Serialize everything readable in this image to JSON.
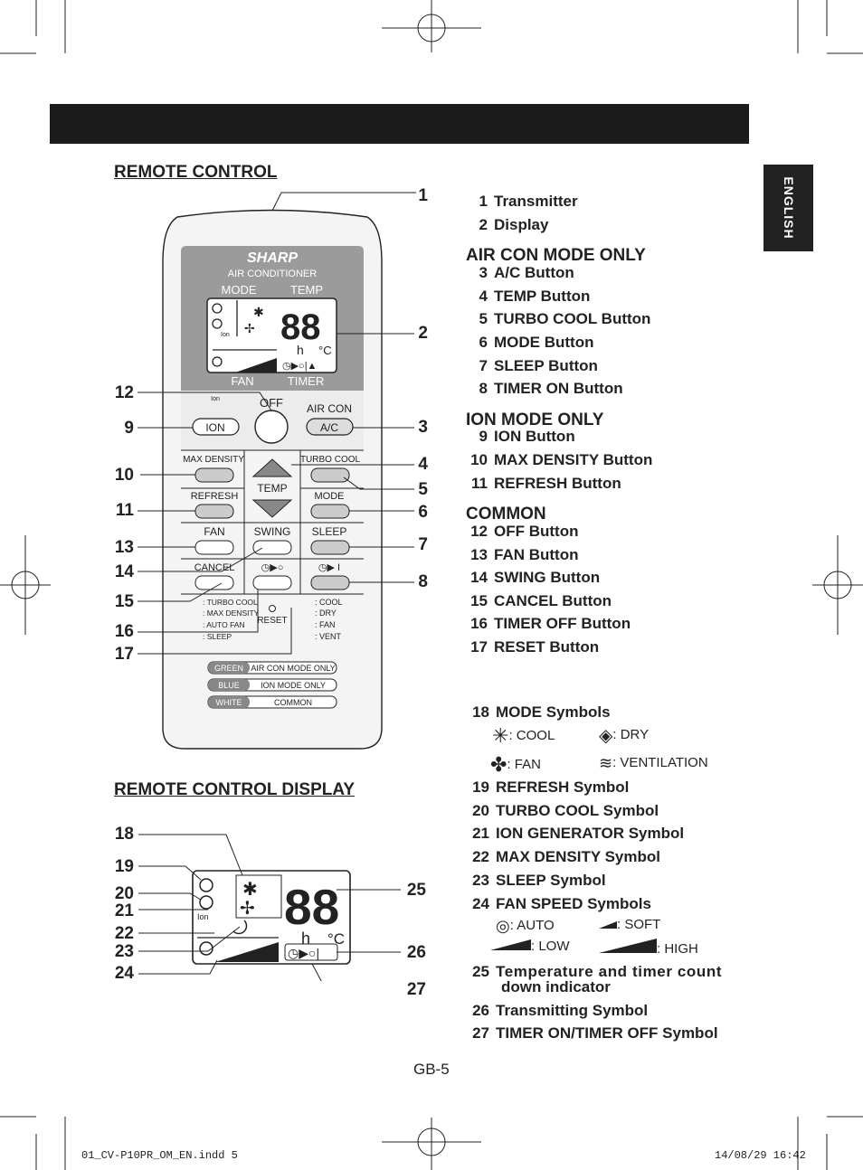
{
  "header": {
    "tab_label": "ENGLISH"
  },
  "left": {
    "remote_title": "REMOTE CONTROL",
    "display_title": "REMOTE CONTROL DISPLAY",
    "callouts_remote": [
      "1",
      "2",
      "12",
      "9",
      "3",
      "10",
      "4",
      "5",
      "11",
      "6",
      "13",
      "7",
      "14",
      "8",
      "15",
      "16",
      "17"
    ],
    "callouts_display": [
      "18",
      "19",
      "20",
      "21",
      "22",
      "23",
      "24",
      "25",
      "26",
      "27"
    ]
  },
  "remote": {
    "brand": "SHARP",
    "subtitle": "AIR CONDITIONER",
    "mode": "MODE",
    "temp": "TEMP",
    "fan": "FAN",
    "timer": "TIMER",
    "ion_small": "Ion",
    "off": "OFF",
    "air_con": "AIR CON",
    "ion_btn": "ION",
    "ac_btn": "A/C",
    "max_density": "MAX DENSITY",
    "turbo_cool": "TURBO COOL",
    "temp_btn": "TEMP",
    "refresh": "REFRESH",
    "mode_btn": "MODE",
    "fan_btn": "FAN",
    "swing": "SWING",
    "sleep": "SLEEP",
    "cancel": "CANCEL",
    "legend_left": [
      ": TURBO COOL",
      ": MAX DENSITY",
      ": AUTO FAN",
      ": SLEEP"
    ],
    "reset": "RESET",
    "legend_right": [
      ": COOL",
      ": DRY",
      ": FAN",
      ": VENT"
    ],
    "color_legend": [
      {
        "color": "GREEN",
        "text": "AIR CON MODE ONLY"
      },
      {
        "color": "BLUE",
        "text": "ION MODE ONLY"
      },
      {
        "color": "WHITE",
        "text": "COMMON"
      }
    ],
    "lcd_digits": "88",
    "lcd_h": "h",
    "lcd_c": "°C"
  },
  "right": {
    "items_top": [
      {
        "n": "1",
        "label": "Transmitter"
      },
      {
        "n": "2",
        "label": "Display"
      }
    ],
    "groups": [
      {
        "title": "AIR CON MODE ONLY",
        "items": [
          {
            "n": "3",
            "label": "A/C Button"
          },
          {
            "n": "4",
            "label": "TEMP Button"
          },
          {
            "n": "5",
            "label": "TURBO COOL Button"
          },
          {
            "n": "6",
            "label": "MODE Button"
          },
          {
            "n": "7",
            "label": "SLEEP Button"
          },
          {
            "n": "8",
            "label": "TIMER ON Button"
          }
        ]
      },
      {
        "title": "ION MODE ONLY",
        "items": [
          {
            "n": "9",
            "label": "ION Button"
          },
          {
            "n": "10",
            "label": "MAX DENSITY Button"
          },
          {
            "n": "11",
            "label": "REFRESH Button"
          }
        ]
      },
      {
        "title": "COMMON",
        "items": [
          {
            "n": "12",
            "label": "OFF Button"
          },
          {
            "n": "13",
            "label": "FAN Button"
          },
          {
            "n": "14",
            "label": "SWING Button"
          },
          {
            "n": "15",
            "label": "CANCEL Button"
          },
          {
            "n": "16",
            "label": "TIMER OFF Button"
          },
          {
            "n": "17",
            "label": "RESET Button"
          }
        ]
      }
    ],
    "item18": {
      "n": "18",
      "label": "MODE Symbols"
    },
    "mode_symbols": [
      ": COOL",
      ": DRY",
      ": FAN",
      ": VENTILATION"
    ],
    "items_mid": [
      {
        "n": "19",
        "label": "REFRESH Symbol"
      },
      {
        "n": "20",
        "label": "TURBO COOL Symbol"
      },
      {
        "n": "21",
        "label": "ION GENERATOR Symbol"
      },
      {
        "n": "22",
        "label": "MAX DENSITY Symbol"
      },
      {
        "n": "23",
        "label": "SLEEP Symbol"
      },
      {
        "n": "24",
        "label": "FAN SPEED Symbols"
      }
    ],
    "fan_symbols": [
      ": AUTO",
      ": SOFT",
      ": LOW",
      ": HIGH"
    ],
    "item25": {
      "n": "25",
      "label": "Temperature  and  timer  count",
      "label2": "down indicator"
    },
    "items_end": [
      {
        "n": "26",
        "label": "Transmitting Symbol"
      },
      {
        "n": "27",
        "label": "TIMER ON/TIMER OFF Symbol"
      }
    ]
  },
  "page_number": "GB-5",
  "footer": {
    "file": "01_CV-P10PR_OM_EN.indd  5",
    "date": "14/08/29  16:42"
  }
}
